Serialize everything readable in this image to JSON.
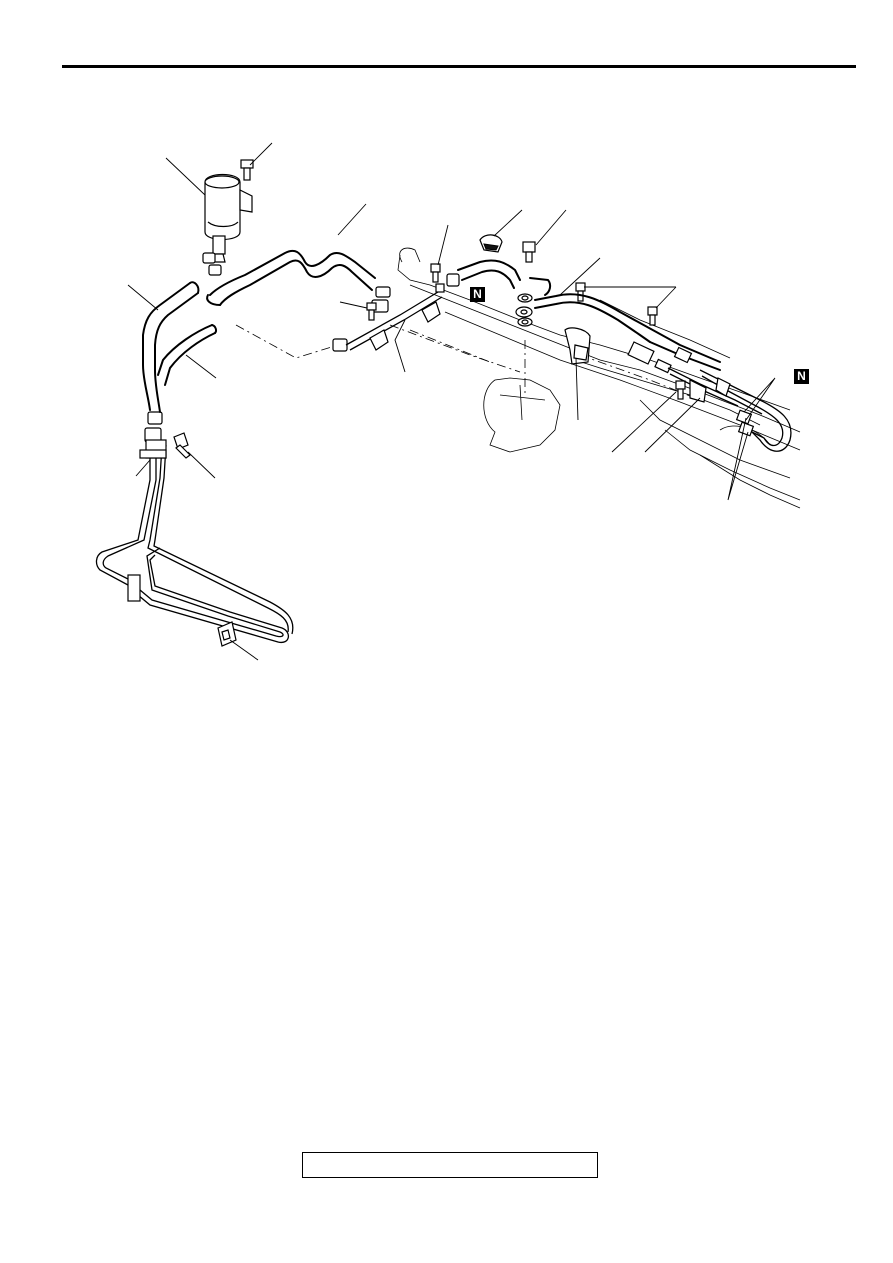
{
  "header": {
    "rule_color": "#000000"
  },
  "diagram": {
    "subject": "power-steering-hoses-and-pipes-exploded-view"
  },
  "badges": {
    "new_part_1": "N",
    "new_part_2": "N"
  },
  "footer": {
    "box_text": ""
  }
}
